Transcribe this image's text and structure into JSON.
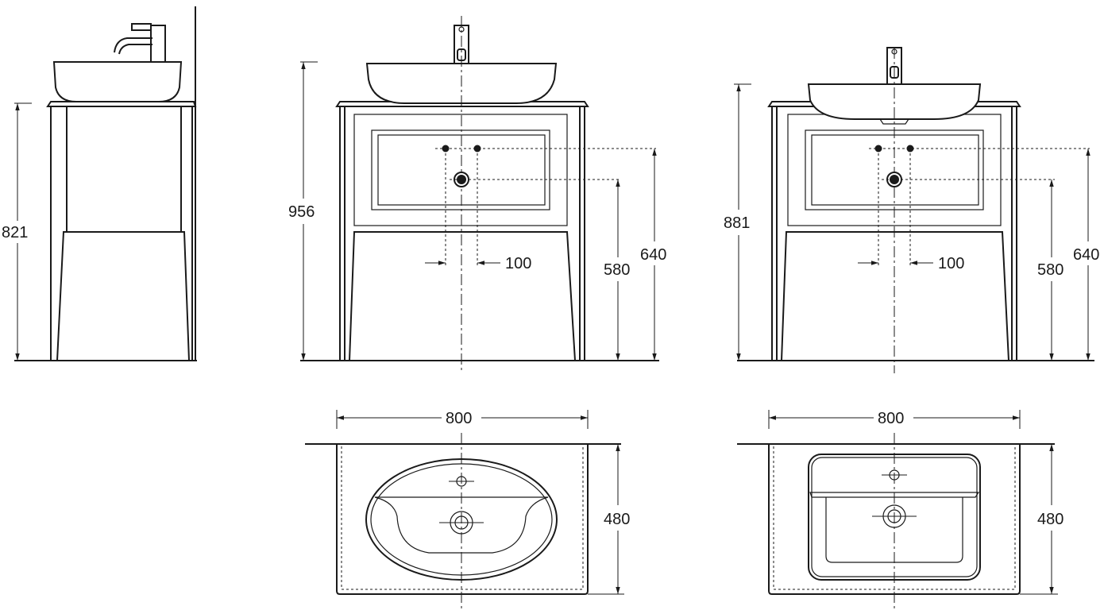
{
  "dimensions": {
    "side_height": "821",
    "front_vessel_height": "956",
    "front_inset_height": "881",
    "hole_spacing": "100",
    "tap_hole_height": "640",
    "waste_height": "580",
    "width": "800",
    "depth": "480"
  }
}
